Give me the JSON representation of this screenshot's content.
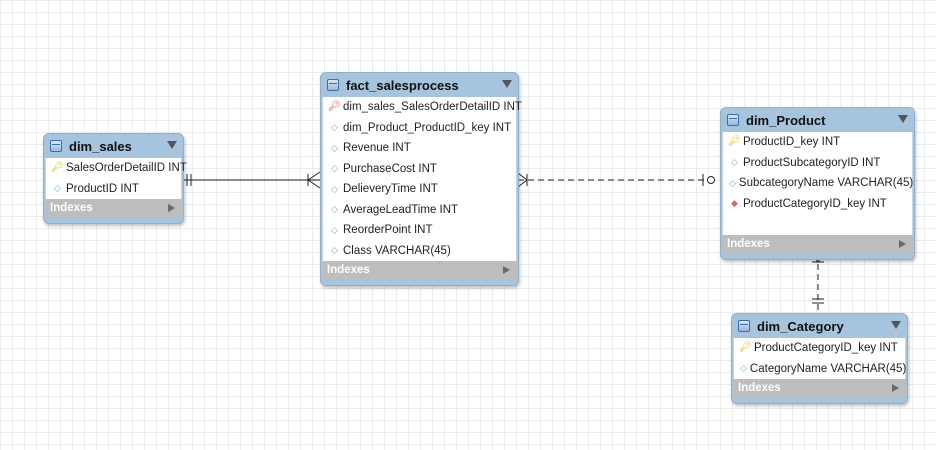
{
  "entities": {
    "dim_sales": {
      "title": "dim_sales",
      "columns": [
        {
          "label": "SalesOrderDetailID INT",
          "icon": "primary-key-icon"
        },
        {
          "label": "ProductID INT",
          "icon": "column-diamond-icon"
        }
      ],
      "indexes_label": "Indexes"
    },
    "fact_salesprocess": {
      "title": "fact_salesprocess",
      "columns": [
        {
          "label": "dim_sales_SalesOrderDetailID INT",
          "icon": "foreign-primary-key-icon"
        },
        {
          "label": "dim_Product_ProductID_key INT",
          "icon": "foreign-key-diamond-icon"
        },
        {
          "label": "Revenue INT",
          "icon": "column-diamond-icon"
        },
        {
          "label": "PurchaseCost INT",
          "icon": "column-diamond-icon"
        },
        {
          "label": "DelieveryTime INT",
          "icon": "column-diamond-icon"
        },
        {
          "label": "AverageLeadTime INT",
          "icon": "column-diamond-icon"
        },
        {
          "label": "ReorderPoint INT",
          "icon": "column-diamond-icon"
        },
        {
          "label": "Class VARCHAR(45)",
          "icon": "column-diamond-icon"
        }
      ],
      "indexes_label": "Indexes"
    },
    "dim_Product": {
      "title": "dim_Product",
      "columns": [
        {
          "label": "ProductID_key INT",
          "icon": "primary-key-icon"
        },
        {
          "label": "ProductSubcategoryID INT",
          "icon": "column-diamond-icon"
        },
        {
          "label": "SubcategoryName VARCHAR(45)",
          "icon": "column-diamond-icon"
        },
        {
          "label": "ProductCategoryID_key INT",
          "icon": "foreign-key-solid-diamond-icon"
        }
      ],
      "indexes_label": "Indexes"
    },
    "dim_Category": {
      "title": "dim_Category",
      "columns": [
        {
          "label": "ProductCategoryID_key INT",
          "icon": "primary-key-icon"
        },
        {
          "label": "CategoryName VARCHAR(45)",
          "icon": "column-diamond-icon"
        }
      ],
      "indexes_label": "Indexes"
    }
  },
  "relationships": [
    {
      "from": "dim_sales",
      "to": "fact_salesprocess",
      "from_end": "one-mandatory",
      "to_end": "many-mandatory",
      "style": "solid"
    },
    {
      "from": "fact_salesprocess",
      "to": "dim_Product",
      "from_end": "one-or-many",
      "to_end": "zero-or-one",
      "style": "dashed"
    },
    {
      "from": "dim_Product",
      "to": "dim_Category",
      "from_end": "one-or-many",
      "to_end": "one-mandatory",
      "style": "dashed"
    }
  ],
  "colors": {
    "header": "#a6c4de",
    "indexes_bar": "#bdbdbd",
    "primary_key": "#e0b400",
    "foreign_key": "#d24a3a",
    "column_diamond": "#74a9c9"
  }
}
